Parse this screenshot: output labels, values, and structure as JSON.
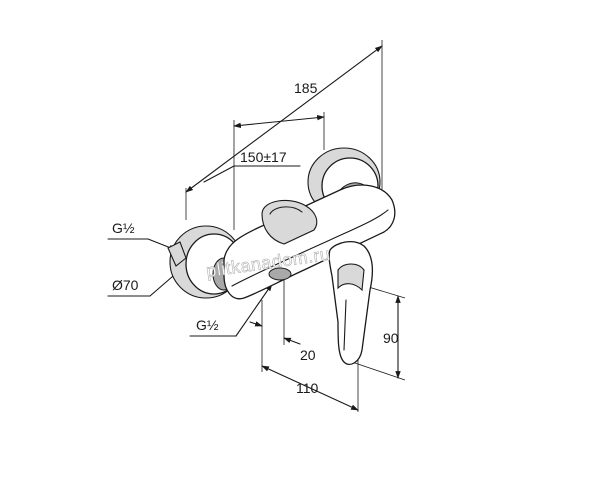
{
  "dimensions": {
    "total_depth": "185",
    "wall_connection_range": "150±17",
    "inlet_thread": "G½",
    "escutcheon_diameter": "Ø70",
    "outlet_thread": "G½",
    "outlet_offset": "20",
    "outlet_projection": "110",
    "lever_height": "90"
  },
  "watermark": "plitkanadom.ru",
  "colors": {
    "line": "#1a1a1a",
    "shade": "#d9d9d9",
    "shade_dark": "#a9a9a9"
  }
}
